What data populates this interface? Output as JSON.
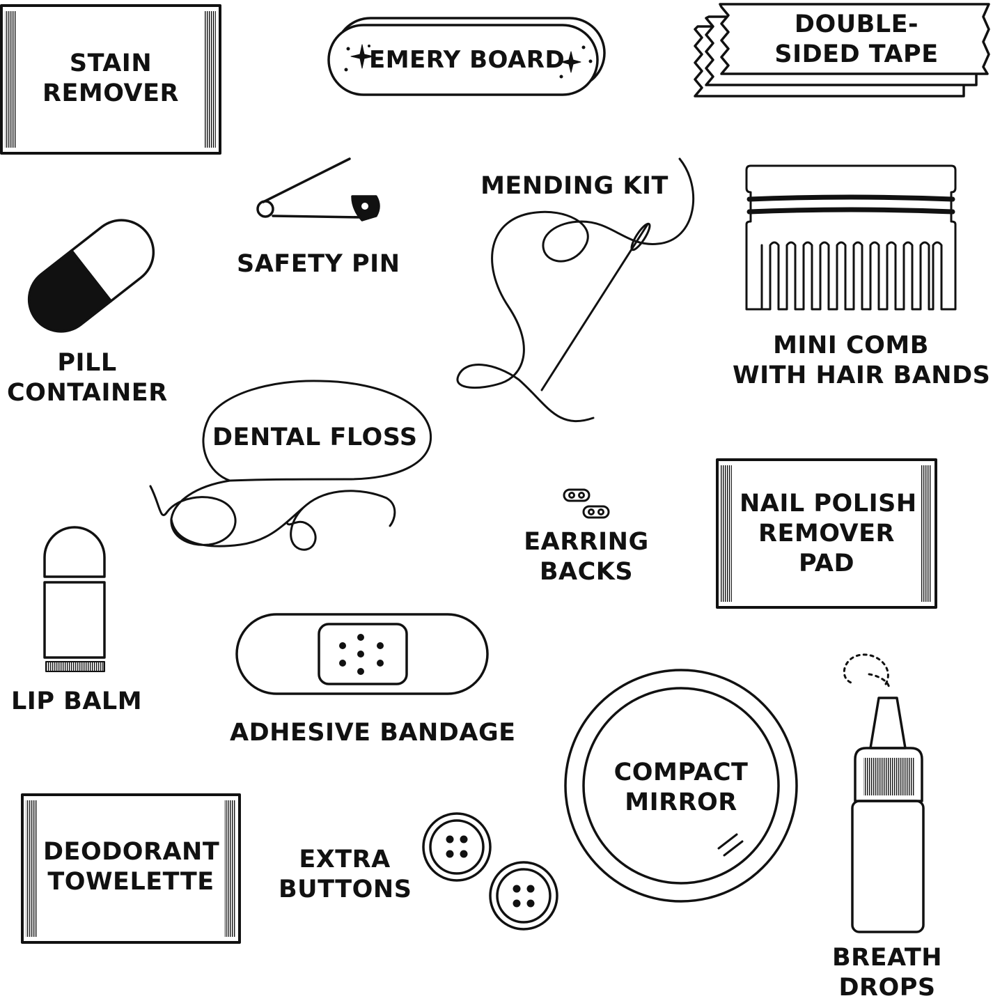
{
  "colors": {
    "ink": "#111111",
    "paper": "#ffffff"
  },
  "items": {
    "stain_remover": {
      "icon": "packet-icon",
      "lines": [
        "STAIN",
        "REMOVER"
      ]
    },
    "emery_board": {
      "icon": "emery-board-icon",
      "label": "EMERY BOARD"
    },
    "double_sided_tape": {
      "icon": "tape-icon",
      "lines": [
        "DOUBLE-",
        "SIDED TAPE"
      ]
    },
    "safety_pin": {
      "icon": "safety-pin-icon",
      "label": "SAFETY PIN"
    },
    "mending_kit": {
      "icon": "needle-thread-icon",
      "label": "MENDING KIT"
    },
    "mini_comb": {
      "icon": "comb-icon",
      "lines": [
        "MINI COMB",
        "WITH HAIR BANDS"
      ]
    },
    "pill_container": {
      "icon": "pill-icon",
      "lines": [
        "PILL",
        "CONTAINER"
      ]
    },
    "dental_floss": {
      "icon": "floss-icon",
      "label": "DENTAL FLOSS"
    },
    "earring_backs": {
      "icon": "earring-backs-icon",
      "lines": [
        "EARRING",
        "BACKS"
      ]
    },
    "nail_polish_remover_pad": {
      "icon": "packet-icon",
      "lines": [
        "NAIL POLISH",
        "REMOVER",
        "PAD"
      ]
    },
    "lip_balm": {
      "icon": "lip-balm-icon",
      "label": "LIP BALM"
    },
    "adhesive_bandage": {
      "icon": "bandage-icon",
      "label": "ADHESIVE BANDAGE"
    },
    "compact_mirror": {
      "icon": "mirror-icon",
      "lines": [
        "COMPACT",
        "MIRROR"
      ]
    },
    "breath_drops": {
      "icon": "dropper-bottle-icon",
      "lines": [
        "BREATH",
        "DROPS"
      ]
    },
    "deodorant_towelette": {
      "icon": "packet-icon",
      "lines": [
        "DEODORANT",
        "TOWELETTE"
      ]
    },
    "extra_buttons": {
      "icon": "buttons-icon",
      "lines": [
        "EXTRA",
        "BUTTONS"
      ]
    }
  }
}
